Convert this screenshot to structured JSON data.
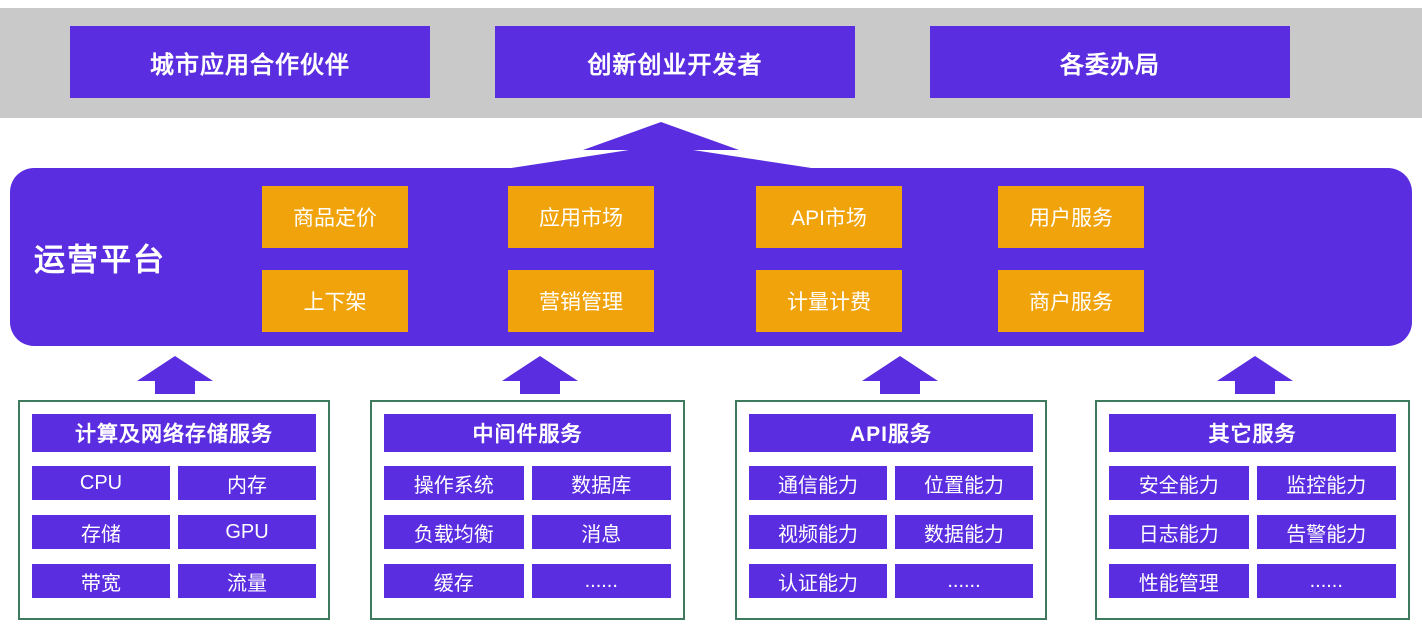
{
  "colors": {
    "purple": "#5a2de0",
    "orange": "#f0a30a",
    "gray": "#c9c9c9",
    "green": "#3f7a5e"
  },
  "top_bar": {
    "items": [
      "城市应用合作伙伴",
      "创新创业开发者",
      "各委办局"
    ]
  },
  "platform": {
    "label": "运营平台",
    "modules": {
      "row1": [
        "商品定价",
        "应用市场",
        "API市场",
        "用户服务"
      ],
      "row2": [
        "上下架",
        "营销管理",
        "计量计费",
        "商户服务"
      ]
    }
  },
  "panels": [
    {
      "title": "计算及网络存储服务",
      "cells": [
        [
          "CPU",
          "内存"
        ],
        [
          "存储",
          "GPU"
        ],
        [
          "带宽",
          "流量"
        ]
      ]
    },
    {
      "title": "中间件服务",
      "cells": [
        [
          "操作系统",
          "数据库"
        ],
        [
          "负载均衡",
          "消息"
        ],
        [
          "缓存",
          "......"
        ]
      ]
    },
    {
      "title": "API服务",
      "cells": [
        [
          "通信能力",
          "位置能力"
        ],
        [
          "视频能力",
          "数据能力"
        ],
        [
          "认证能力",
          "......"
        ]
      ]
    },
    {
      "title": "其它服务",
      "cells": [
        [
          "安全能力",
          "监控能力"
        ],
        [
          "日志能力",
          "告警能力"
        ],
        [
          "性能管理",
          "......"
        ]
      ]
    }
  ]
}
